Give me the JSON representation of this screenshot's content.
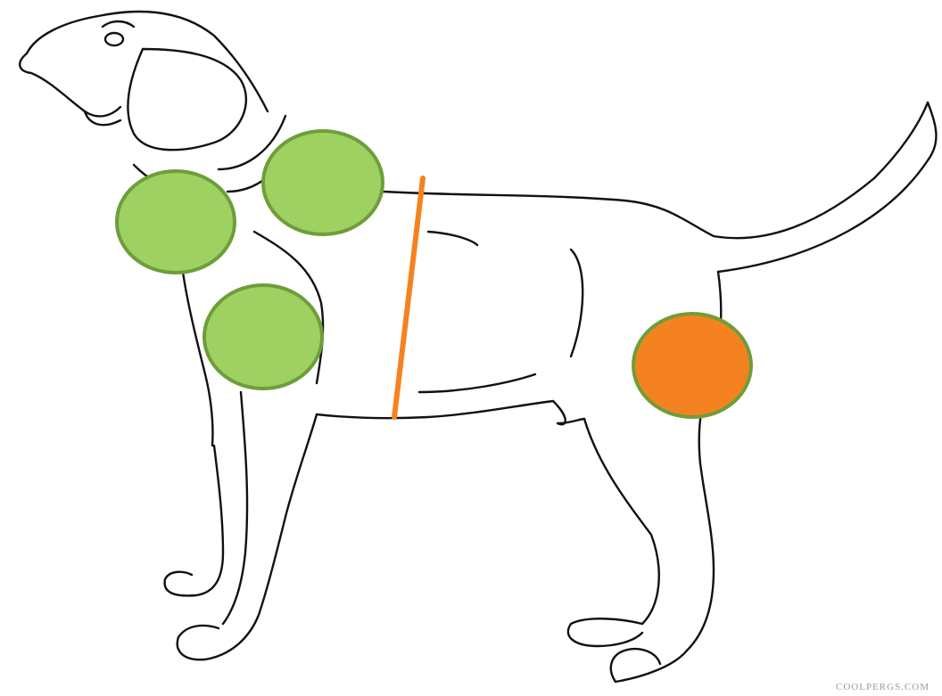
{
  "diagram": {
    "subject": "dog-side-profile",
    "markers": [
      {
        "id": "marker-neck-front",
        "shape": "circle",
        "color": "#9ED162",
        "stroke": "#6E9E3A"
      },
      {
        "id": "marker-neck-back",
        "shape": "circle",
        "color": "#9ED162",
        "stroke": "#6E9E3A"
      },
      {
        "id": "marker-shoulder",
        "shape": "circle",
        "color": "#9ED162",
        "stroke": "#6E9E3A"
      },
      {
        "id": "marker-hip",
        "shape": "circle",
        "color": "#F58220",
        "stroke": "#6E9E3A"
      },
      {
        "id": "marker-girth-line",
        "shape": "line",
        "color": "#F58220"
      }
    ]
  },
  "watermark": "COOLPERGS.COM"
}
